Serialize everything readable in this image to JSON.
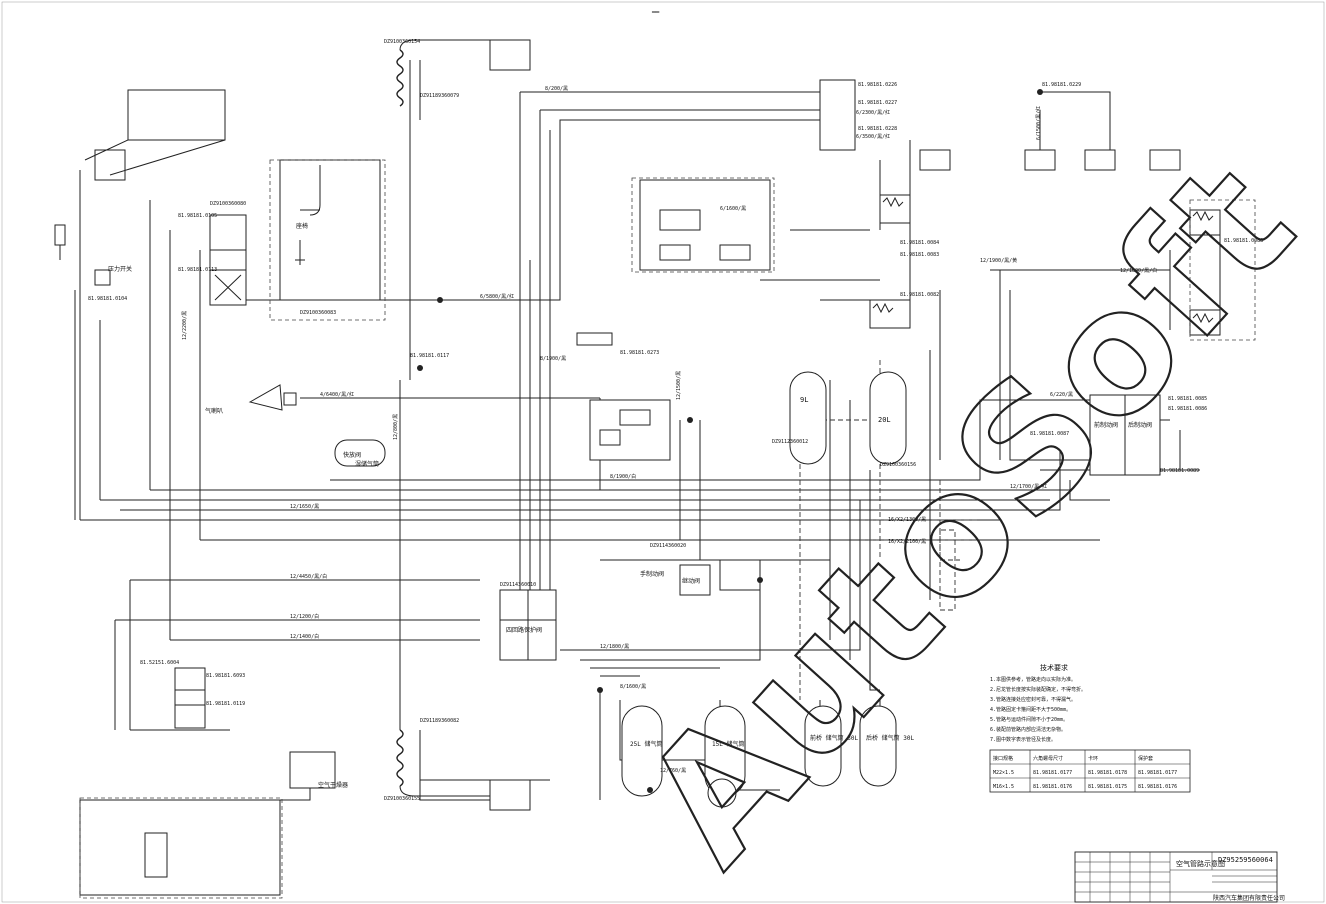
{
  "top_mark": "══",
  "sheet": {
    "drawing_number": "DZ95259560064",
    "drawing_title": "空气管路示意图",
    "company": "陕西汽车集团有限责任公司"
  },
  "watermark": "AutoSoft",
  "notes": {
    "heading": "技术要求",
    "lines": [
      "1.本图供参考，管路走向以实际为准。",
      "2.尼龙管长度按实际装配确定，不得弯折。",
      "3.管路连接处应密封可靠，不得漏气。",
      "4.管路固定卡箍间距不大于500mm。",
      "5.管路与运动件间隙不小于20mm。",
      "6.装配前管路内部应清洁无杂物。",
      "7.图中数字表示管径及长度。"
    ]
  },
  "table": {
    "header": [
      "接口规格",
      "六角螺母尺寸",
      "卡环",
      "保护套"
    ],
    "rows": [
      [
        "M22×1.5",
        "81.98181.0177",
        "81.98181.0178",
        "81.98181.0177"
      ],
      [
        "M16×1.5",
        "81.98181.0176",
        "81.98181.0175",
        "81.98181.0176"
      ]
    ]
  },
  "labels": {
    "wet_tank": "湿储气筒",
    "tank_25": "25L\n储气筒",
    "tank_15": "15L\n储气筒",
    "tank_front": "前桥\n储气筒\n30L",
    "tank_rear": "后桥\n储气筒\n30L",
    "tank_9": "9L",
    "tank_20": "20L",
    "valve_four": "四回路保护阀",
    "valve_hand": "手制动阀",
    "valve_relay": "继动阀",
    "valve_front": "前制动阀",
    "valve_rear": "后制动阀",
    "seat": "座椅",
    "quick": "快放阀",
    "dryer": "空气干燥器",
    "pressure_sw": "压力开关",
    "horn": "气喇叭"
  },
  "parts": [
    "81.98181.0229",
    "81.98181.0226",
    "81.98181.0227",
    "81.98181.0228",
    "81.98181.0084",
    "81.98181.0083",
    "81.98181.0082",
    "81.98181.0085",
    "81.98181.0086",
    "81.98181.0087",
    "81.98181.0088",
    "81.98181.0089",
    "81.98181.0104",
    "81.98181.0105",
    "81.98181.0113",
    "81.98181.0117",
    "81.52151.6004",
    "81.98181.6093",
    "81.98181.0119",
    "81.98181.0273",
    "DZ9100360080",
    "DZ9100360083",
    "DZ91189360079",
    "DZ91189360082",
    "DZ9114360010",
    "DZ9114360020",
    "DZ9112360012",
    "DZ9100360154",
    "DZ9100360155",
    "DZ9100360156"
  ],
  "lines": [
    "8/200/黑",
    "6/5800/黑/红",
    "12/1650/黑",
    "12/4450/黑/白",
    "12/1200/白",
    "12/1400/白",
    "12/1800/黑",
    "12/2200/黑",
    "12/1700/黑/红",
    "12/1900/黑/黄",
    "6/220/黑",
    "16/X2/1300/黑",
    "16/X2/2100/黑",
    "12/800/黑",
    "8/1900/黑",
    "4/6400/黑/红",
    "6/1600/黑",
    "12/1800/黑/白",
    "12/760/黑",
    "8/1900/白",
    "12/1500/黑",
    "6/2300/黑/红",
    "6/1500/黑/红",
    "6/3500/黑/红",
    "8/1600/黑"
  ]
}
